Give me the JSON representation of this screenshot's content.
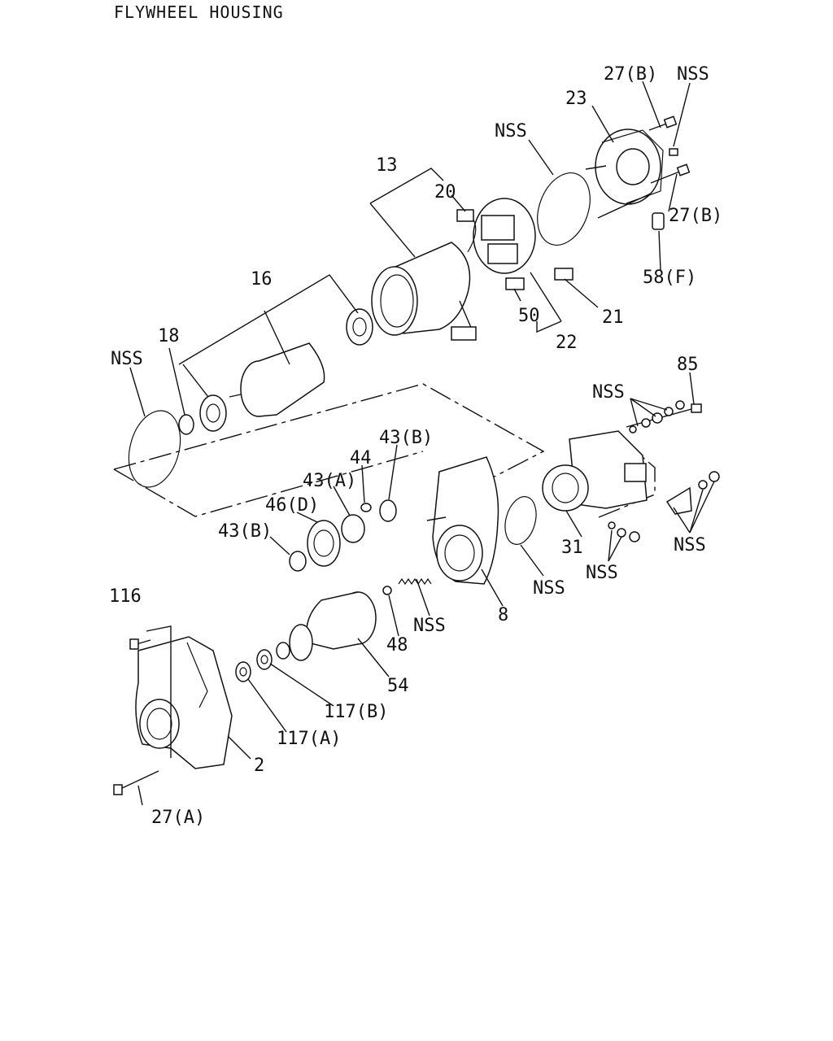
{
  "title": "FLYWHEEL HOUSING",
  "callouts": {
    "c27b_top": "27(B)",
    "nss_top": "NSS",
    "c23": "23",
    "nss_ring": "NSS",
    "c27b_mid": "27(B)",
    "c58f": "58(F)",
    "c13": "13",
    "c20": "20",
    "c21": "21",
    "c50": "50",
    "c22": "22",
    "c16": "16",
    "c18": "18",
    "nss_left": "NSS",
    "c85": "85",
    "nss_right_top": "NSS",
    "c44": "44",
    "c43b_upper": "43(B)",
    "c43a": "43(A)",
    "c46d": "46(D)",
    "c43b_lower": "43(B)",
    "nss_oring": "NSS",
    "c31": "31",
    "nss_mid": "NSS",
    "nss_right_bot": "NSS",
    "c8": "8",
    "nss_spring": "NSS",
    "c48": "48",
    "c116": "116",
    "c54": "54",
    "c117b": "117(B)",
    "c117a": "117(A)",
    "c2": "2",
    "c27a": "27(A)"
  }
}
